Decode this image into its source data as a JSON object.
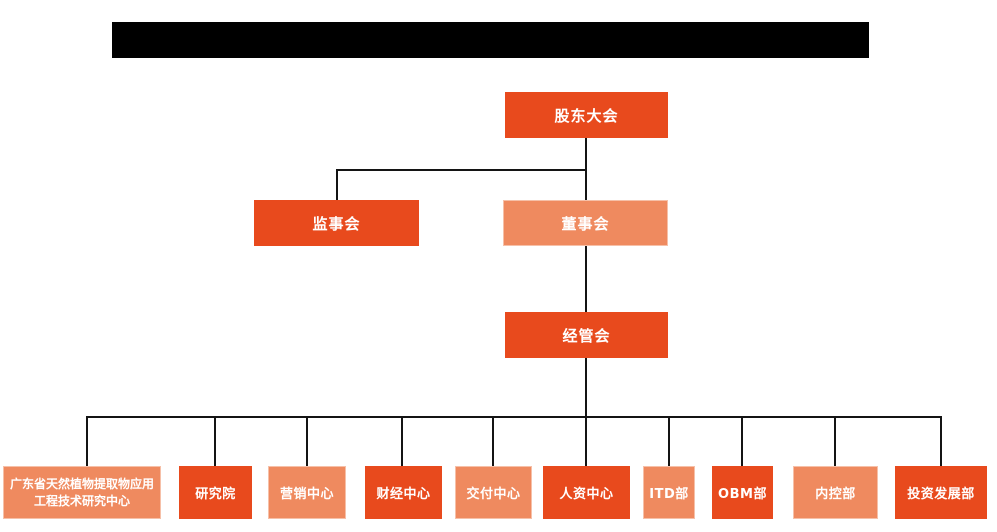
{
  "page": {
    "kind": "organization-chart",
    "title_redacted": true
  },
  "colors": {
    "primary_orange": "#E84A1D",
    "secondary_salmon": "#EF8A5F",
    "connector_line": "#141414",
    "redaction_bar": "#000000",
    "text": "#FFFFFF",
    "background": "#FFFFFF"
  },
  "org": {
    "level1": {
      "label": "股东大会",
      "variant": "dark"
    },
    "level2": [
      {
        "label": "监事会",
        "variant": "dark"
      },
      {
        "label": "董事会",
        "variant": "light"
      }
    ],
    "level3": {
      "label": "经管会",
      "variant": "dark"
    },
    "departments": [
      {
        "label": "广东省天然植物提取物应用工程技术研究中心",
        "variant": "light"
      },
      {
        "label": "研究院",
        "variant": "dark"
      },
      {
        "label": "营销中心",
        "variant": "light"
      },
      {
        "label": "财经中心",
        "variant": "dark"
      },
      {
        "label": "交付中心",
        "variant": "light"
      },
      {
        "label": "人资中心",
        "variant": "dark"
      },
      {
        "label": "ITD部",
        "variant": "light"
      },
      {
        "label": "OBM部",
        "variant": "dark"
      },
      {
        "label": "内控部",
        "variant": "light"
      },
      {
        "label": "投资发展部",
        "variant": "dark"
      }
    ]
  }
}
